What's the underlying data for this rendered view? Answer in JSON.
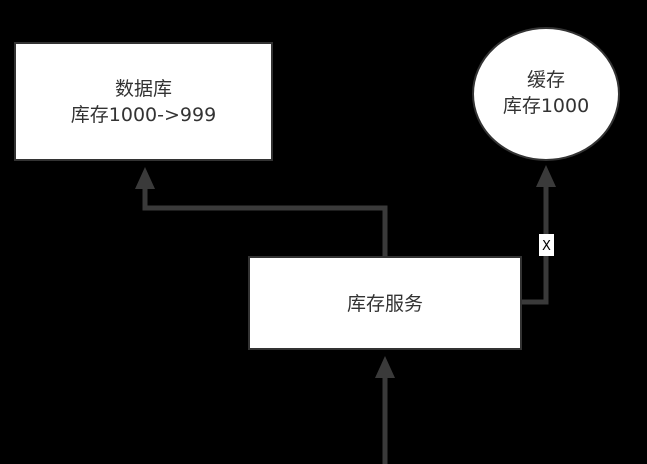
{
  "diagram": {
    "background": "#000000",
    "node_fill": "#ffffff",
    "node_stroke": "#333333",
    "edge_color": "#3a3a3a",
    "nodes": {
      "database": {
        "line1": "数据库",
        "line2": "库存1000->999"
      },
      "cache": {
        "line1": "缓存",
        "line2": "库存1000"
      },
      "service": {
        "label": "库存服务"
      }
    },
    "edges": {
      "service_to_cache": {
        "label": "X"
      }
    }
  }
}
